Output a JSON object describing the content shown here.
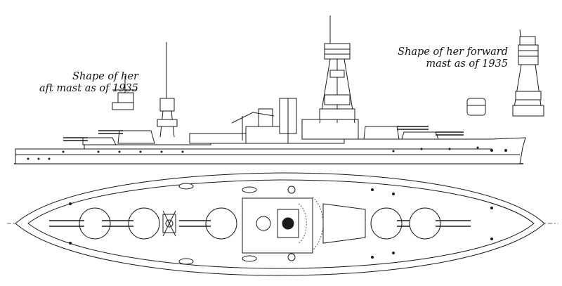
{
  "captions": {
    "aft_mast": {
      "line1": "Shape of her",
      "line2": "aft mast as of 1935"
    },
    "forward_mast": {
      "line1": "Shape of her forward",
      "line2": "mast as of 1935"
    }
  },
  "colors": {
    "ink": "#1a1a1a",
    "paper": "#ffffff"
  }
}
